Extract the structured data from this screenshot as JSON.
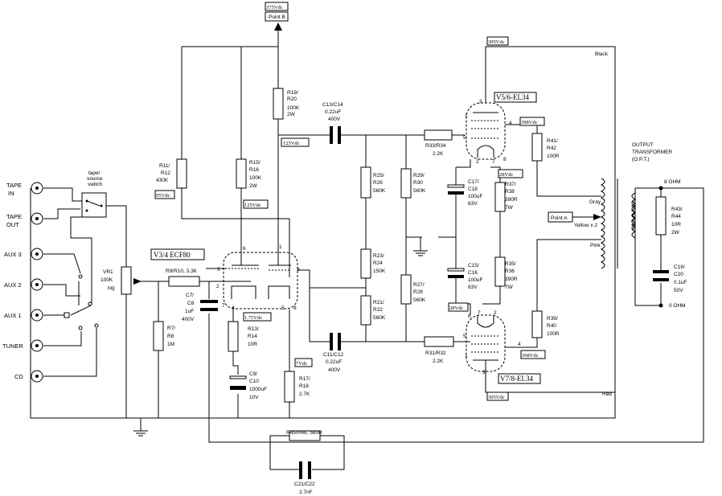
{
  "inputs": {
    "tape_in": [
      "TAPE",
      "IN"
    ],
    "tape_out": [
      "TAPE",
      "OUT"
    ],
    "aux3": "AUX 3",
    "aux2": "AUX 2",
    "aux1": "AUX 1",
    "tuner": "TUNER",
    "cd": "CD"
  },
  "switch_label": [
    "tape/",
    "source",
    "switch"
  ],
  "vr1": [
    "VR1",
    "100K",
    "log"
  ],
  "tubes": {
    "v34": "V3/4 ECF80",
    "v56": "V5/6-EL34",
    "v78": "V7/8-EL34"
  },
  "voltages": {
    "v375": "375Vdc",
    "point_b": "Point B",
    "v395_top": "395Vdc",
    "v395_bottom": "395Vdc",
    "v398_top": "398Vdc",
    "v398_bottom": "398Vdc",
    "v125_a": "125Vdc",
    "v125_b": "125Vdc",
    "v95": "95Vdc",
    "v28_top": "28Vdc",
    "v28_bottom": "28Vdc",
    "v175": "1.75Vdc",
    "v7": "7Vdc",
    "point_a": "Point A"
  },
  "parts": {
    "r19": [
      "R19/",
      "R20",
      "100K",
      "2W"
    ],
    "c13": [
      "C13/C14",
      "0.22uF",
      "400V"
    ],
    "r11": [
      "R11/",
      "R12",
      "430K"
    ],
    "r15": [
      "R15/",
      "R16",
      "100K",
      "2W"
    ],
    "r25": [
      "R25/",
      "R26",
      "560K"
    ],
    "r29": [
      "R29/",
      "R30",
      "560K"
    ],
    "r33": [
      "R33/R34",
      "2.2K"
    ],
    "c17": [
      "C17/",
      "C18",
      "100uF",
      "63V"
    ],
    "r37": [
      "R37/",
      "R38",
      "390R",
      "7W"
    ],
    "r41": [
      "R41/",
      "R42",
      "100R"
    ],
    "r23": [
      "R23/",
      "R24",
      "150K"
    ],
    "r27": [
      "R27/",
      "R28",
      "560K"
    ],
    "c15": [
      "C15/",
      "C16",
      "100uF",
      "63V"
    ],
    "r35": [
      "R35/",
      "R36",
      "390R",
      "7W"
    ],
    "r9": "R9/R10, 3.3K",
    "r21": [
      "R21/",
      "R22",
      "560K"
    ],
    "c7": [
      "C7/",
      "C8",
      "1uF",
      "400V"
    ],
    "r7": [
      "R7/",
      "R8",
      "1M"
    ],
    "r13": [
      "R13/",
      "R14",
      "10R"
    ],
    "c9": [
      "C9/",
      "C10",
      "1000uF",
      "10V"
    ],
    "c11": [
      "C11/C12",
      "0.22uF",
      "400V"
    ],
    "r31": [
      "R31/R32",
      "2.2K"
    ],
    "r39": [
      "R39/",
      "R40",
      "100R"
    ],
    "r17": [
      "R17/",
      "R18",
      "2.7K"
    ],
    "r45": "R45/R46, 560R",
    "c21": [
      "C21/C22",
      "2.7nF"
    ],
    "r43": [
      "R43/",
      "R44",
      "10R",
      "2W"
    ],
    "c19": [
      "C19/",
      "C20",
      "0.1uF",
      "50V"
    ]
  },
  "transformer": {
    "title": [
      "OUTPUT",
      "TRANSFORMER",
      "(O.P.T.)"
    ],
    "black": "Black",
    "gray": "Gray",
    "pink": "Pink",
    "red": "Red",
    "yellow": "Yellow x 2",
    "ohm8": "8 OHM",
    "ohm0": "0 OHM"
  },
  "pins": {
    "p1": "1",
    "p2": "2",
    "p3": "3",
    "p4": "4",
    "p5": "5",
    "p6": "6",
    "p7": "7",
    "p8": "8",
    "p9": "9"
  }
}
